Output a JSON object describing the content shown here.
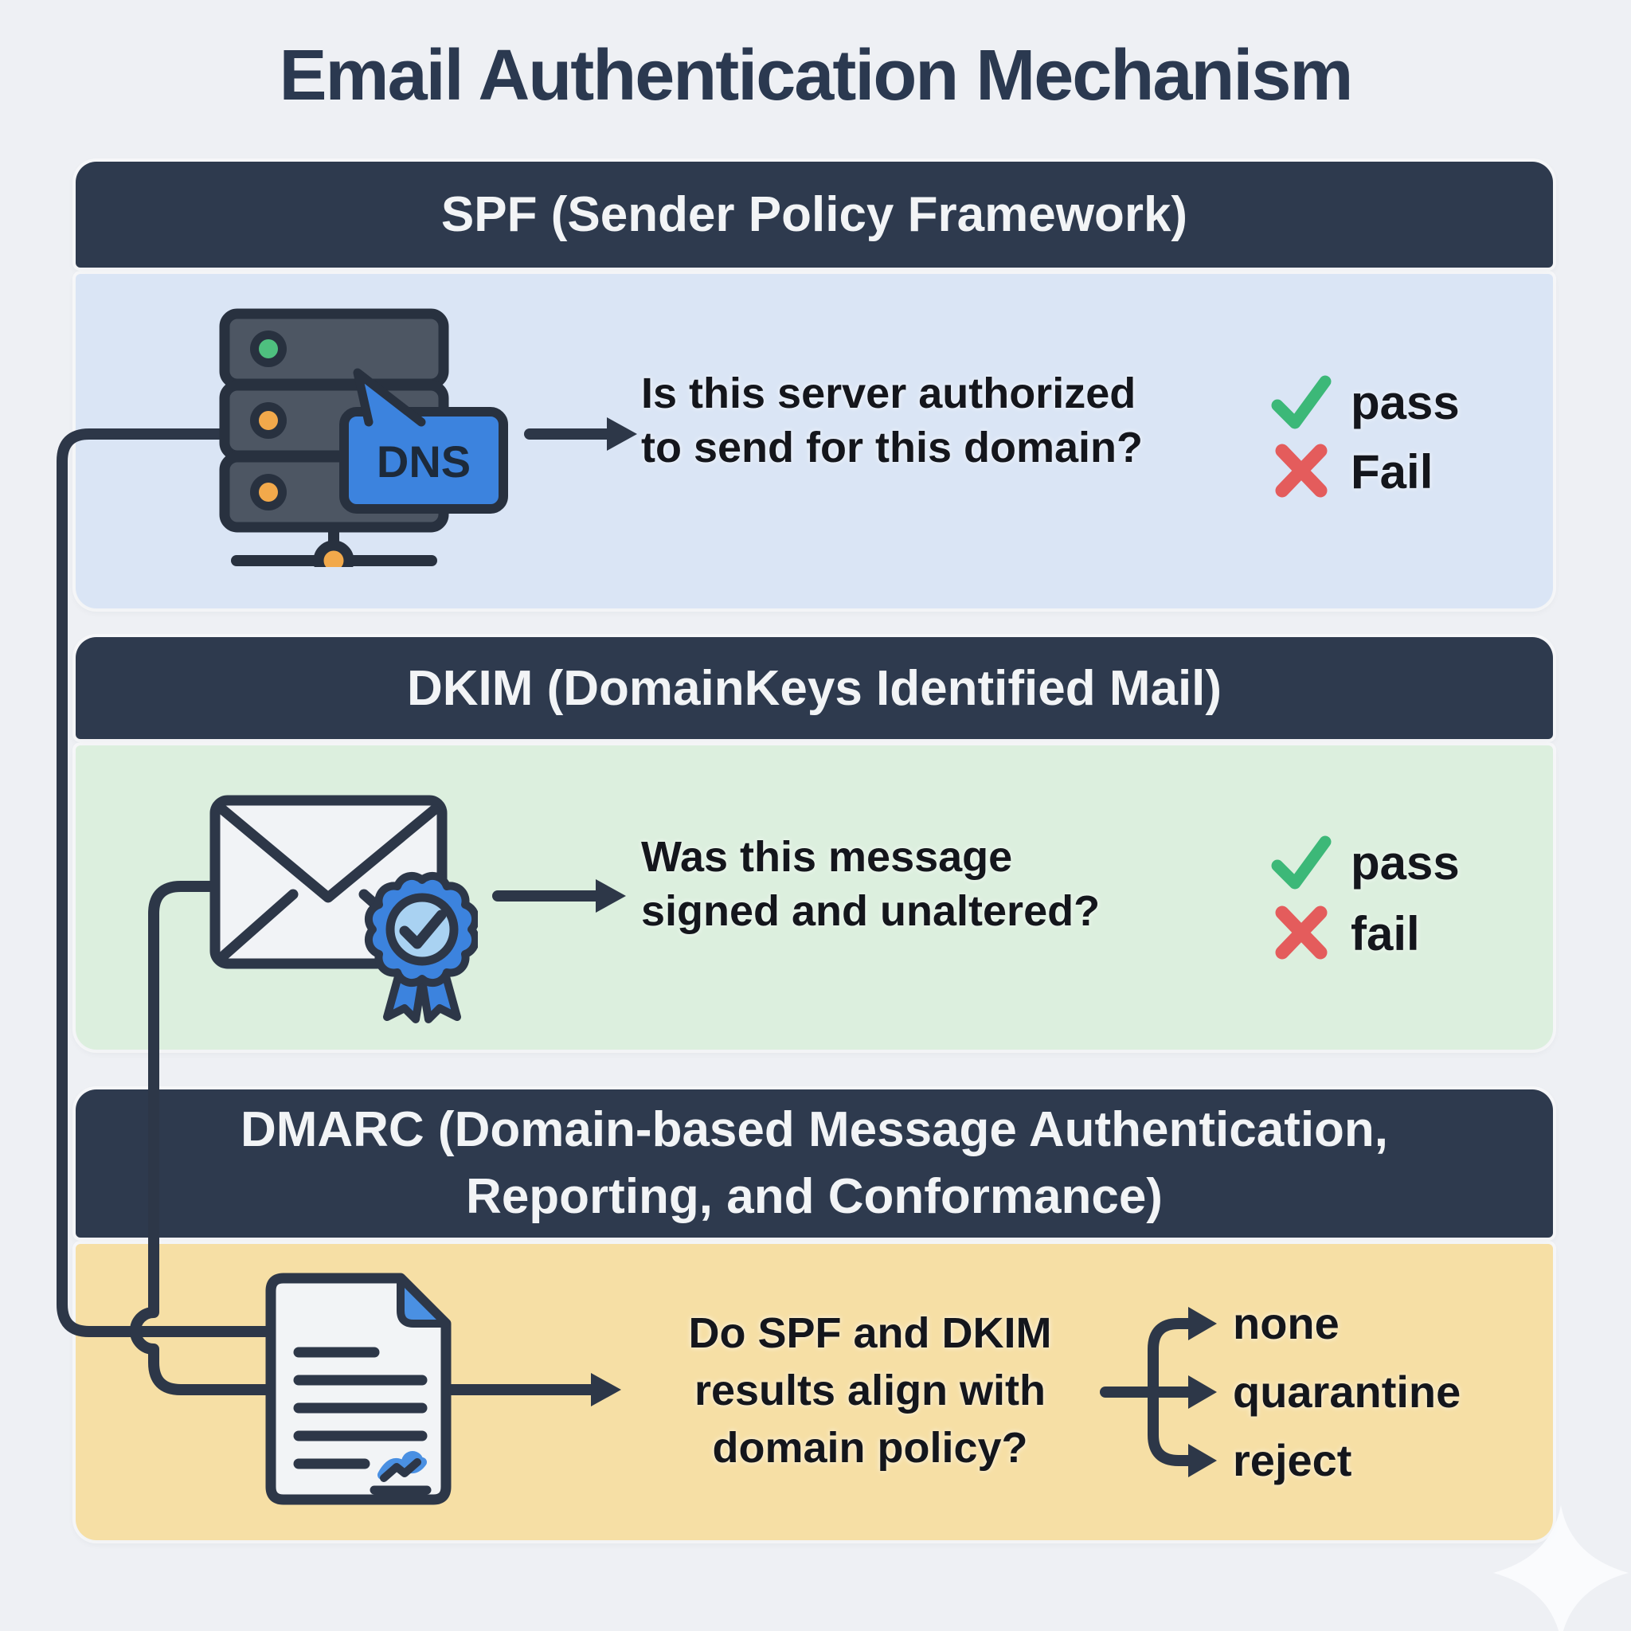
{
  "title": "Email Authentication Mechanism",
  "colors": {
    "background": "#eef0f4",
    "header_bar": "#2e3a4e",
    "spf_body": "#dae5f5",
    "dkim_body": "#dcefde",
    "dmarc_body": "#f6dfa5",
    "line_dark": "#2d3748",
    "pass_green": "#3cb878",
    "fail_red": "#e45c5c",
    "icon_blue": "#3c83de",
    "led_green": "#4ec07f",
    "led_orange": "#f2a94b"
  },
  "sections": [
    {
      "id": "spf",
      "header": "SPF (Sender Policy Framework)",
      "icon": "dns-server-icon",
      "dns_label": "DNS",
      "question_lines": [
        "Is this server authorized",
        "to send for this domain?"
      ],
      "outcomes": [
        {
          "icon": "check-icon",
          "label": "pass"
        },
        {
          "icon": "cross-icon",
          "label": "Fail"
        }
      ]
    },
    {
      "id": "dkim",
      "header": "DKIM (DomainKeys Identified Mail)",
      "icon": "signed-envelope-icon",
      "question_lines": [
        "Was this message",
        "signed and unaltered?"
      ],
      "outcomes": [
        {
          "icon": "check-icon",
          "label": "pass"
        },
        {
          "icon": "cross-icon",
          "label": "fail"
        }
      ]
    },
    {
      "id": "dmarc",
      "header_lines": [
        "DMARC (Domain-based Message Authentication,",
        "Reporting, and Conformance)"
      ],
      "icon": "policy-document-icon",
      "question_lines": [
        "Do SPF and DKIM",
        "results align with",
        "domain policy?"
      ],
      "outcomes": [
        {
          "label": "none"
        },
        {
          "label": "quarantine"
        },
        {
          "label": "reject"
        }
      ]
    }
  ]
}
